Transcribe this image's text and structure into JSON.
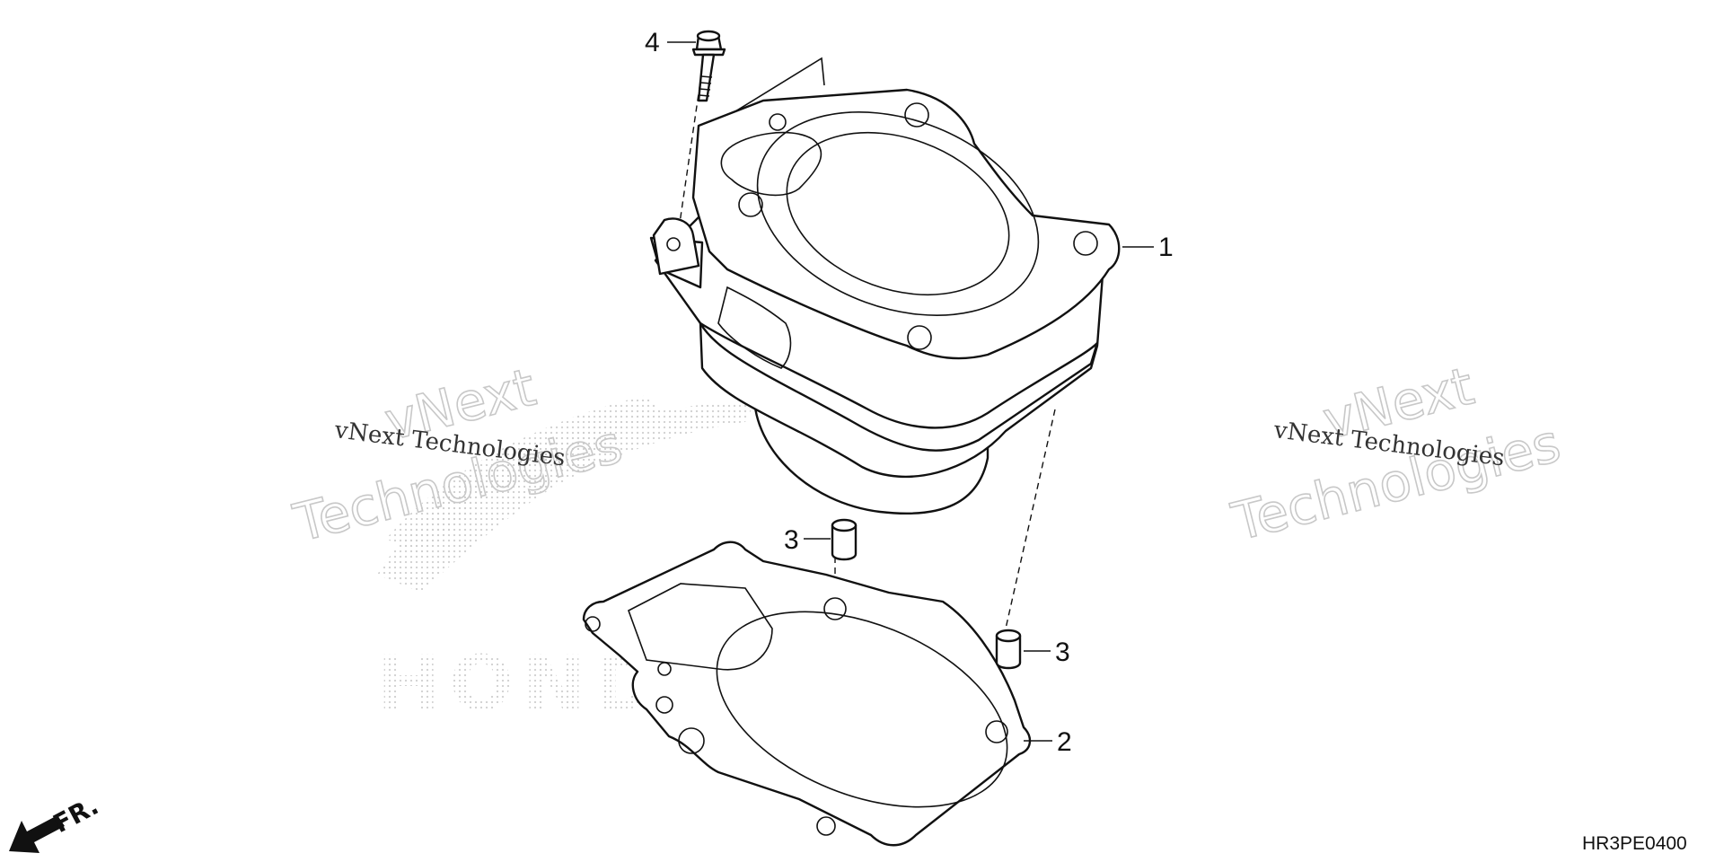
{
  "callouts": {
    "c1": "1",
    "c2": "2",
    "c3a": "3",
    "c3b": "3",
    "c4": "4"
  },
  "watermarks": {
    "left_small": "vNext Technologies",
    "left_big_1": "vNext",
    "left_big_2": "Technologies",
    "right_small": "vNext Technologies",
    "right_big_1": "vNext",
    "right_big_2": "Technologies",
    "logo_text": "HONDA"
  },
  "front_marker": "FR.",
  "diagram_code": "HR3PE0400",
  "colors": {
    "line": "#111111",
    "watermark_outline": "#c8c8c8",
    "logo_dots": "#d0d0d0",
    "background": "#ffffff"
  }
}
